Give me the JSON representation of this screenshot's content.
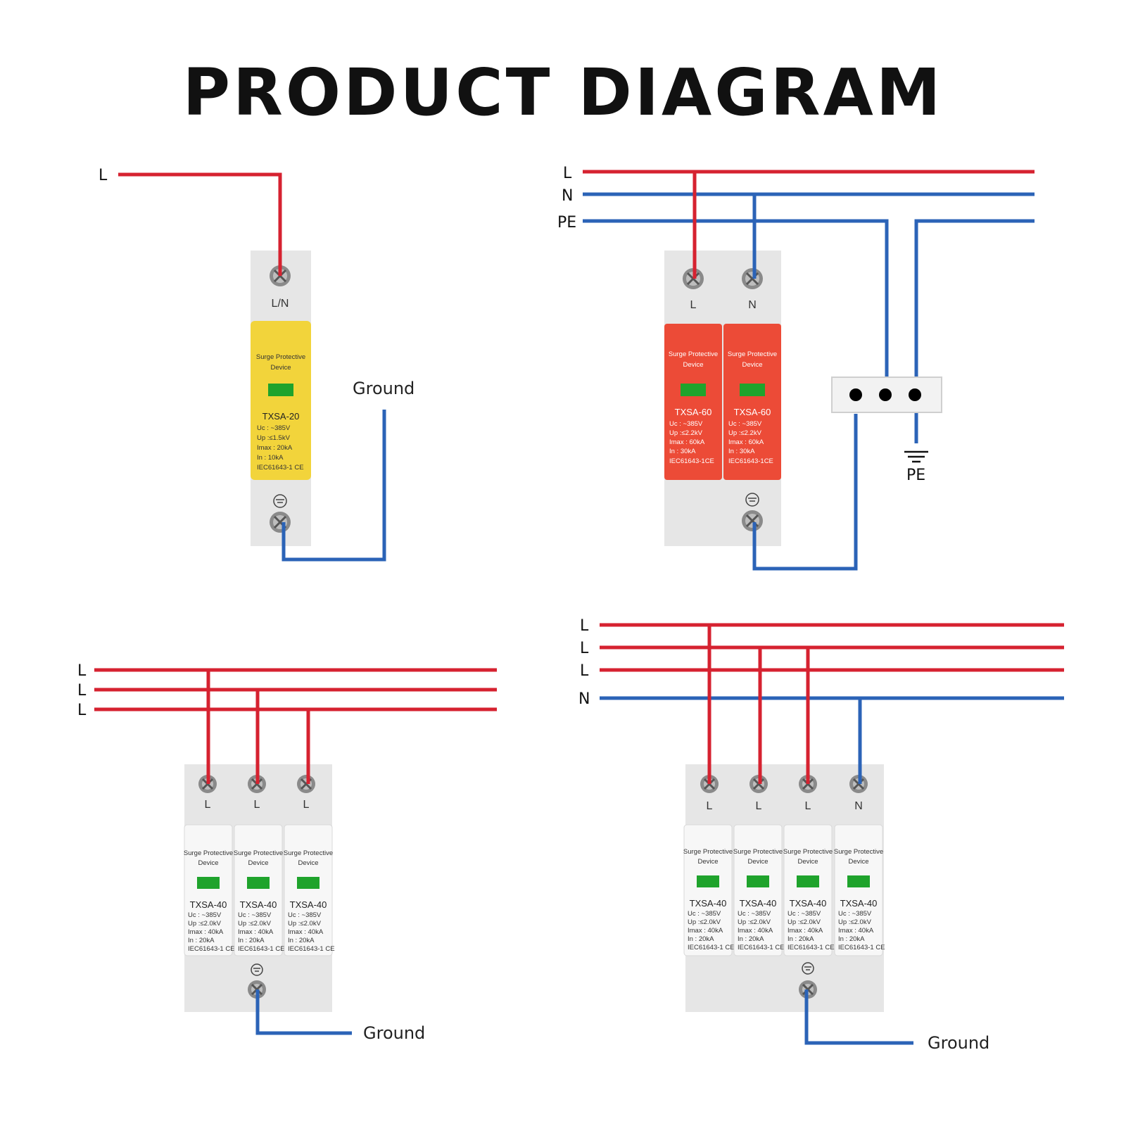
{
  "title": "PRODUCT DIAGRAM",
  "colors": {
    "line_wire": "#d62230",
    "neutral_wire": "#2b63b7",
    "module_yellow": "#f2d43b",
    "module_red": "#ec4b37",
    "module_white": "#f4f4f4",
    "base_gray": "#e6e6e6",
    "indicator_green": "#1fa32c"
  },
  "panel1": {
    "line_label": "L",
    "terminal_label": "L/N",
    "ground_label": "Ground",
    "module": {
      "title": "Surge Protective Device",
      "model": "TXSA-20",
      "uc": "Uc  :  ~385V",
      "up": "Up  :≤1.5kV",
      "imax": "Imax :     20kA",
      "in": "In    :     10kA",
      "std": "IEC61643-1 CE"
    }
  },
  "panel2": {
    "labels": [
      "L",
      "N",
      "PE"
    ],
    "terminals": [
      "L",
      "N"
    ],
    "pe_label": "PE",
    "module": {
      "title": "Surge Protective Device",
      "model": "TXSA-60",
      "uc": "Uc  :  ~385V",
      "up": "Up  :≤2.2kV",
      "imax": "Imax :   60kA",
      "in": "In    :   30kA",
      "std": "IEC61643-1CE"
    }
  },
  "panel3": {
    "labels": [
      "L",
      "L",
      "L"
    ],
    "terminals": [
      "L",
      "L",
      "L"
    ],
    "ground_label": "Ground",
    "module": {
      "title": "Surge Protective Device",
      "model": "TXSA-40",
      "uc": "Uc  :  ~385V",
      "up": "Up  :≤2.0kV",
      "imax": "Imax :   40kA",
      "in": "In    :   20kA",
      "std": "IEC61643-1 CE"
    }
  },
  "panel4": {
    "labels": [
      "L",
      "L",
      "L",
      "N"
    ],
    "terminals": [
      "L",
      "L",
      "L",
      "N"
    ],
    "ground_label": "Ground",
    "module": {
      "title": "Surge Protective Device",
      "model": "TXSA-40",
      "uc": "Uc  :  ~385V",
      "up": "Up  :≤2.0kV",
      "imax": "Imax :   40kA",
      "in": "In    :   20kA",
      "std": "IEC61643-1 CE"
    }
  }
}
